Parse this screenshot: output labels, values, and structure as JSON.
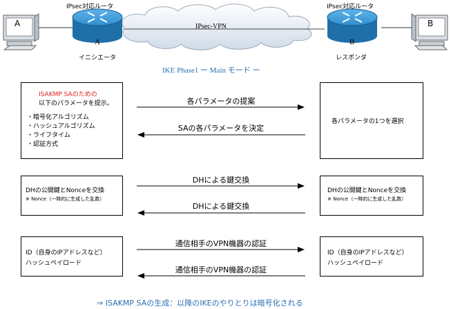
{
  "network": {
    "left_pc_label": "A",
    "right_pc_label": "B",
    "left_router_label": "A",
    "right_router_label": "B",
    "left_router_title": "IPsec対応ルータ",
    "right_router_title": "IPsec対応ルータ",
    "tunnel_label": "IPsec-VPN",
    "initiator_label": "イニシエータ",
    "responder_label": "レスポンダ"
  },
  "phase_title": "IKE Phase1 ー Main モード ー",
  "row1": {
    "left_heading_red": "ISAKMP SAのための",
    "left_heading_rest": "以下のパラメータを提示。",
    "left_items": [
      "暗号化アルゴリズム",
      "ハッシュアルゴリズム",
      "ライフタイム",
      "認証方式"
    ],
    "msg_forward": "各パラメータの提案",
    "msg_back": "SAの各パラメータを決定",
    "right_text": "各パラメータの1つを選択"
  },
  "row2": {
    "left_line1": "DHの公開鍵とNonceを交換",
    "left_note": "※ Nonce（一時的に生成した乱数）",
    "msg_forward": "DHによる鍵交換",
    "msg_back": "DHによる鍵交換",
    "right_line1": "DHの公開鍵とNonceを交換",
    "right_note": "※ Nonce（一時的に生成した乱数）"
  },
  "row3": {
    "left_line1": "ID（自身のIPアドレスなど）",
    "left_line2": "ハッシュペイロード",
    "msg_forward": "通信相手のVPN機器の認証",
    "msg_back": "通信相手のVPN機器の認証",
    "right_line1": "ID（自身のIPアドレスなど）",
    "right_line2": "ハッシュペイロード"
  },
  "footer": "⇒ ISAKMP SAの生成：以降のIKEのやりとりは暗号化される",
  "colors": {
    "router_blue": "#2f8fd0",
    "title_blue": "#2a6fb0",
    "heading_red": "#e02020",
    "cloud_fill": "#eef3f8"
  }
}
